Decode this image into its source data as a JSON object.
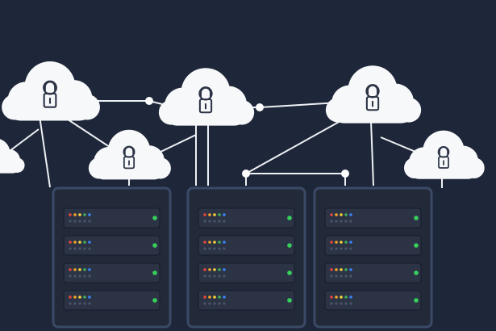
{
  "scene": {
    "background_color": "#1e2639",
    "cloud_color": "#f7f8fa",
    "line_color": "#eef1f5",
    "node_color": "#ffffff",
    "server_border_color": "#3a4a66",
    "server_body_color": "#222a3a",
    "slot_color": "#2b3345",
    "lock_color": "#2b3345",
    "status_light_color": "#37d05a",
    "led_colors": [
      "#e8453c",
      "#f4a52a",
      "#f6d33b",
      "#3fae5b",
      "#3b82f6"
    ],
    "clouds": [
      {
        "id": "cloud-left-edge",
        "icon": "lock-icon"
      },
      {
        "id": "cloud-top-left",
        "icon": "lock-icon"
      },
      {
        "id": "cloud-mid-left",
        "icon": "lock-icon"
      },
      {
        "id": "cloud-top-center",
        "icon": "lock-icon"
      },
      {
        "id": "cloud-top-right",
        "icon": "lock-icon"
      },
      {
        "id": "cloud-right",
        "icon": "lock-icon"
      }
    ],
    "server_racks": 3,
    "units_per_rack": 4
  }
}
